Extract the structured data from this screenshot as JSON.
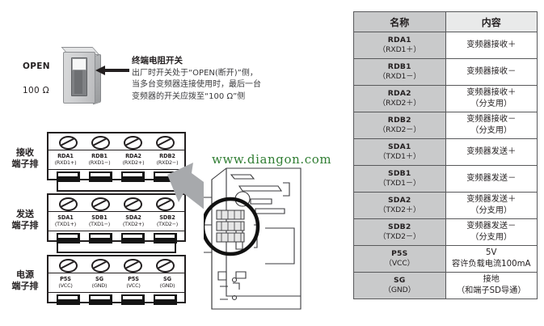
{
  "watermark": "www.diangon.com",
  "colors": {
    "ink": "#231f20",
    "table_header_gray": "#c9cacb",
    "watermark_green": "#2f7d32",
    "arrow_gray": "#a7a9ac"
  },
  "switch": {
    "label_open": "OPEN",
    "label_resistor": "100 Ω",
    "note_title": "终端电阻开关",
    "note_lines": [
      "出厂时开关处于“OPEN(断开)”侧，",
      "当多台变频器连接使用时，最后一台",
      "变频器的开关应拨至“100 Ω”侧"
    ]
  },
  "terminal_blocks": [
    {
      "side_label": "接收\n端子排",
      "side_label_line1": "接收",
      "side_label_line2": "端子排",
      "terminals": [
        {
          "main": "RDA1",
          "sub": "(RXD1+)"
        },
        {
          "main": "RDB1",
          "sub": "(RXD1−)"
        },
        {
          "main": "RDA2",
          "sub": "(RXD2+)"
        },
        {
          "main": "RDB2",
          "sub": "(RXD2−)"
        }
      ]
    },
    {
      "side_label_line1": "发送",
      "side_label_line2": "端子排",
      "terminals": [
        {
          "main": "SDA1",
          "sub": "(TXD1+)"
        },
        {
          "main": "SDB1",
          "sub": "(TXD1−)"
        },
        {
          "main": "SDA2",
          "sub": "(TXD2+)"
        },
        {
          "main": "SDB2",
          "sub": "(TXD2−)"
        }
      ]
    },
    {
      "side_label_line1": "电源",
      "side_label_line2": "端子排",
      "terminals": [
        {
          "main": "P5S",
          "sub": "(VCC)"
        },
        {
          "main": "SG",
          "sub": "(GND)"
        },
        {
          "main": "P5S",
          "sub": "(VCC)"
        },
        {
          "main": "SG",
          "sub": "(GND)"
        }
      ]
    }
  ],
  "spec_table": {
    "headers": {
      "name": "名称",
      "content": "内容"
    },
    "rows": [
      {
        "name": "RDA1",
        "name_sub": "（RXD1＋）",
        "c1": "变频器接收＋",
        "c2": ""
      },
      {
        "name": "RDB1",
        "name_sub": "（RXD1－）",
        "c1": "变频器接收－",
        "c2": ""
      },
      {
        "name": "RDA2",
        "name_sub": "（RXD2＋）",
        "c1": "变频器接收＋",
        "c2": "（分支用）"
      },
      {
        "name": "RDB2",
        "name_sub": "（RXD2－）",
        "c1": "变频器接收－",
        "c2": "（分支用）"
      },
      {
        "name": "SDA1",
        "name_sub": "（TXD1＋）",
        "c1": "变频器发送＋",
        "c2": ""
      },
      {
        "name": "SDB1",
        "name_sub": "（TXD1－）",
        "c1": "变频器发送－",
        "c2": ""
      },
      {
        "name": "SDA2",
        "name_sub": "（TXD2＋）",
        "c1": "变频器发送＋",
        "c2": "（分支用）"
      },
      {
        "name": "SDB2",
        "name_sub": "（TXD2－）",
        "c1": "变频器发送－",
        "c2": "（分支用）"
      },
      {
        "name": "P5S",
        "name_sub": "（VCC）",
        "c1": "5V",
        "c2": "容许负载电流100mA"
      },
      {
        "name": "SG",
        "name_sub": "（GND）",
        "c1": "接地",
        "c2": "（和端子SD导通）"
      }
    ]
  }
}
